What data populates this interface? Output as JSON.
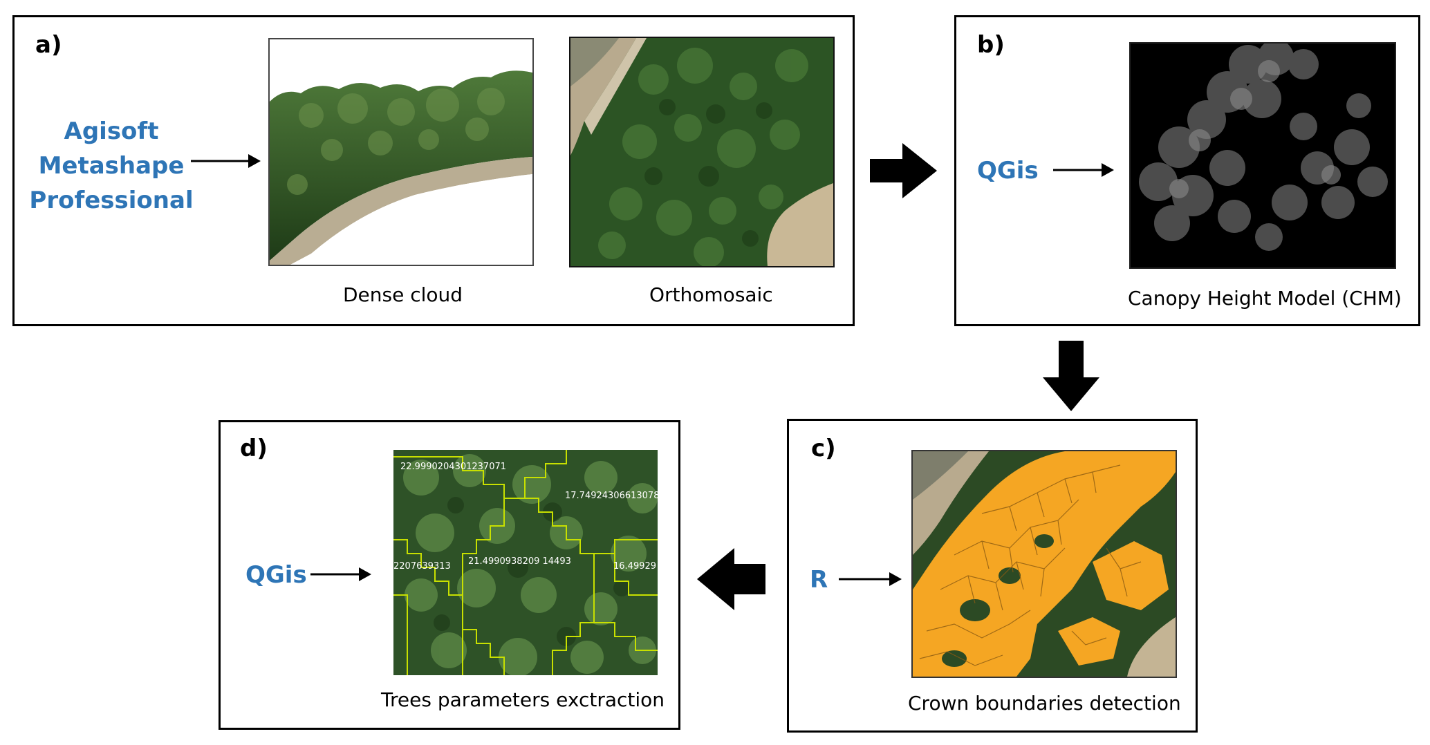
{
  "panels": {
    "a": {
      "label": "a)",
      "tool_lines": [
        "Agisoft",
        "Metashape",
        "Professional"
      ],
      "caption_dense": "Dense cloud",
      "caption_ortho": "Orthomosaic"
    },
    "b": {
      "label": "b)",
      "tool": "QGis",
      "caption": "Canopy Height Model (CHM)"
    },
    "c": {
      "label": "c)",
      "tool": "R",
      "caption": "Crown boundaries detection"
    },
    "d": {
      "label": "d)",
      "tool": "QGis",
      "caption": "Trees parameters exctraction",
      "overlay_values": [
        "22.9990204301237071",
        "17.74924306613078",
        "2207639313",
        "21.4990938209 14493",
        "16.49929"
      ]
    }
  },
  "colors": {
    "tool_text": "#2e75b6",
    "crown_fill": "#f5a623",
    "boundary_line": "#c8e000",
    "chm_background": "#000000"
  }
}
